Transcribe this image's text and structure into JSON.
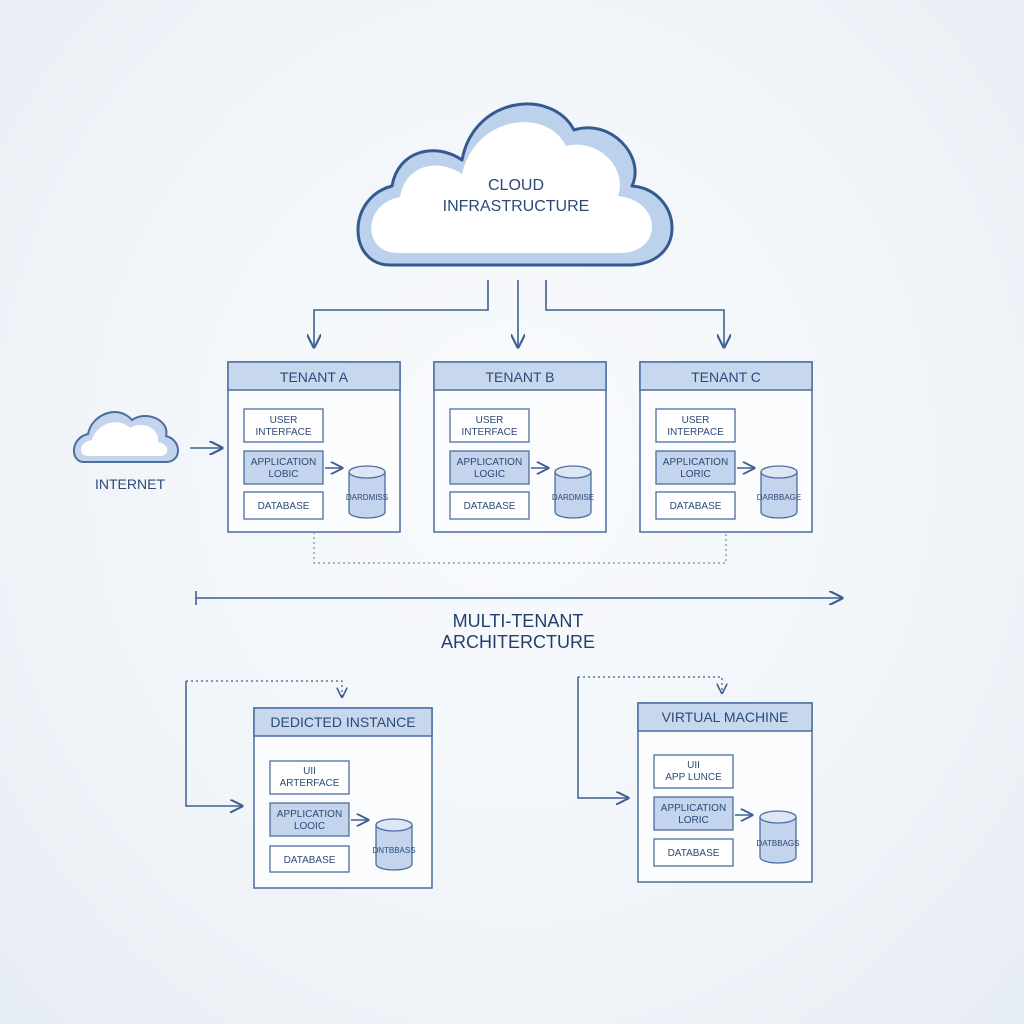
{
  "cloud": {
    "line1": "CLOUD",
    "line2": "INFRASTRUCTURE"
  },
  "internet": {
    "label": "INTERNET"
  },
  "architecture": {
    "line1": "MULTI-TENANT",
    "line2": "ARCHITERCTURE"
  },
  "tenants": [
    {
      "title": "TENANT A",
      "ui1": "USER",
      "ui2": "INTERFACE",
      "logic1": "APPLICATION",
      "logic2": "LOBIC",
      "db": "DATABASE",
      "cyl": "DARDMISS"
    },
    {
      "title": "TENANT B",
      "ui1": "USER",
      "ui2": "INTERFACE",
      "logic1": "APPLICATION",
      "logic2": "LOGIC",
      "db": "DATABASE",
      "cyl": "DARDMISE"
    },
    {
      "title": "TENANT C",
      "ui1": "USER",
      "ui2": "INTERPACE",
      "logic1": "APPLICATION",
      "logic2": "LORIC",
      "db": "DATABASE",
      "cyl": "DARBBAGE"
    }
  ],
  "dedicated": {
    "title": "DEDICTED INSTANCE",
    "ui1": "UII",
    "ui2": "ARTERFACE",
    "logic1": "APPLICATION",
    "logic2": "LOOIC",
    "db": "DATABASE",
    "cyl": "DNTBBASS"
  },
  "virtual": {
    "title": "VIRTUAL MACHINE",
    "ui1": "UII",
    "ui2": "APP LUNCE",
    "logic1": "APPLICATION",
    "logic2": "LORIC",
    "db": "DATABASE",
    "cyl": "DATBBAGS"
  },
  "colors": {
    "stroke": "#4a6da0",
    "fill_light": "#c3d4ec",
    "fill_header": "#c7d7ee",
    "text": "#2b4a78"
  }
}
